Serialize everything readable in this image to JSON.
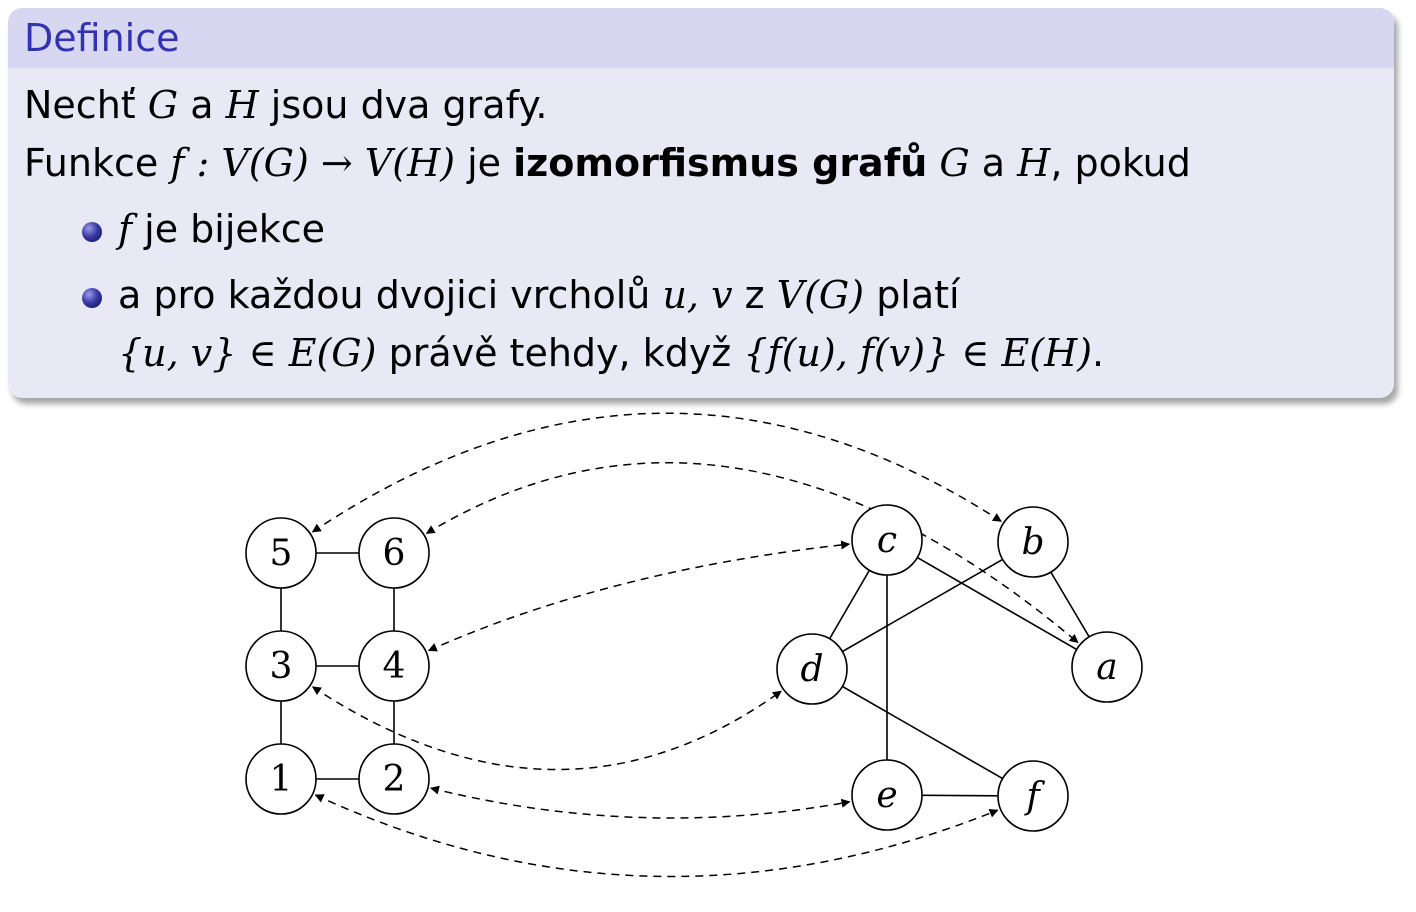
{
  "block": {
    "title": "Definice",
    "line1": {
      "t1": "Nechť ",
      "G": "G",
      "t2": " a ",
      "H": "H",
      "t3": " jsou dva grafy."
    },
    "line2": {
      "t1": "Funkce ",
      "f": "f",
      "map": " : V(G) → V(H)",
      "t2": " je ",
      "bold": "izomorfismus grafů",
      "G": " G",
      "t3": " a ",
      "H": "H",
      "t4": ", pokud"
    },
    "bullets": [
      {
        "f": "f",
        "text": " je bijekce"
      },
      {
        "t1": "a pro každou dvojici vrcholů ",
        "uv": "u, v",
        "t2": " z ",
        "VG": "V(G)",
        "t3": " platí",
        "set1": "{u, v} ∈ E(G)",
        "t4": " právě tehdy, když ",
        "set2": "{f(u), f(v)} ∈ E(H)",
        "t5": "."
      }
    ]
  },
  "graph_g": {
    "vertices": [
      "1",
      "2",
      "3",
      "4",
      "5",
      "6"
    ],
    "edges": [
      [
        "5",
        "6"
      ],
      [
        "3",
        "4"
      ],
      [
        "1",
        "2"
      ],
      [
        "5",
        "3"
      ],
      [
        "3",
        "1"
      ],
      [
        "6",
        "4"
      ],
      [
        "4",
        "2"
      ]
    ]
  },
  "graph_h": {
    "vertices": [
      "a",
      "b",
      "c",
      "d",
      "e",
      "f"
    ],
    "edges": [
      [
        "c",
        "d"
      ],
      [
        "c",
        "e"
      ],
      [
        "c",
        "a"
      ],
      [
        "b",
        "d"
      ],
      [
        "b",
        "a"
      ],
      [
        "d",
        "f"
      ],
      [
        "e",
        "f"
      ]
    ]
  },
  "mapping": [
    [
      "5",
      "b"
    ],
    [
      "6",
      "a"
    ],
    [
      "4",
      "c"
    ],
    [
      "3",
      "d"
    ],
    [
      "2",
      "e"
    ],
    [
      "1",
      "f"
    ]
  ]
}
